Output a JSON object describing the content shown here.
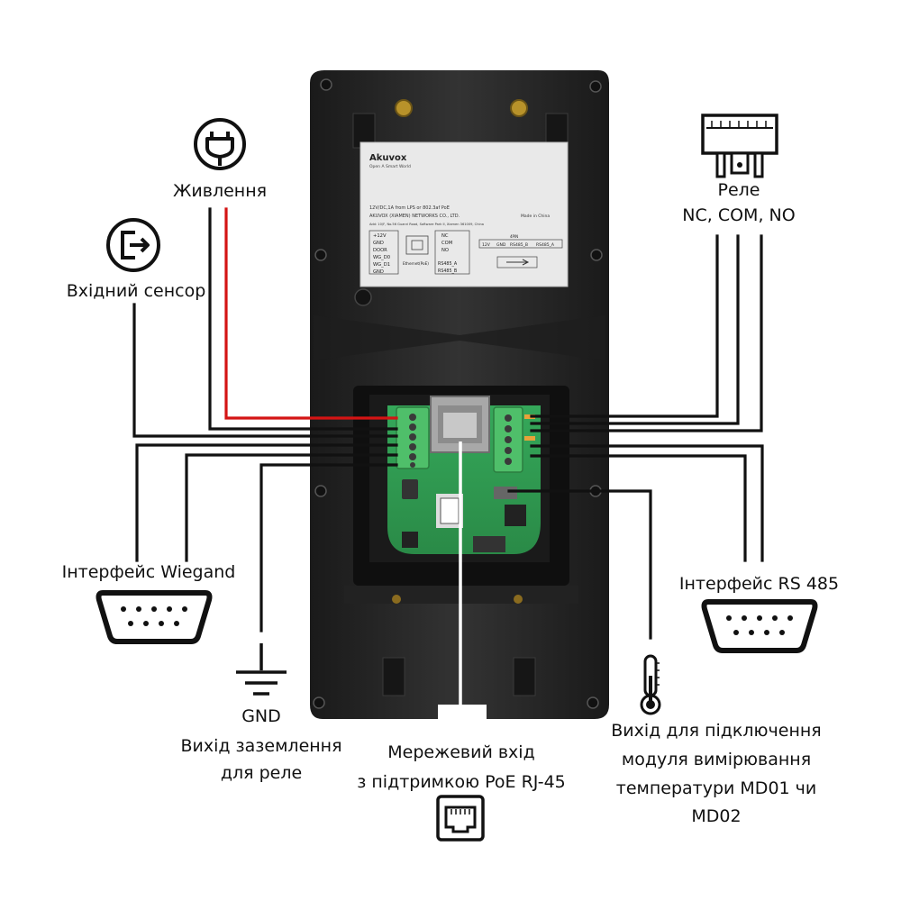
{
  "labels": {
    "power": "Живлення",
    "sensor": "Вхідний сенсор",
    "relay_title": "Реле",
    "relay_contacts": "NC, COM, NO",
    "wiegand": "Інтерфейс Wiegand",
    "rs485": "Інтерфейс RS 485",
    "gnd": "GND",
    "gnd_desc_1": "Вихід заземлення",
    "gnd_desc_2": "для реле",
    "rj45_1": "Мережевий вхід",
    "rj45_2": "з підтримкою PoE RJ-45",
    "temp_1": "Вихід для підключення",
    "temp_2": "модуля вимірювання",
    "temp_3": "температури MD01 чи",
    "temp_4": "MD02"
  },
  "device": {
    "brand": "Akuvox",
    "brand_tagline": "Open A Smart World",
    "spec_line": "12V/DC,1A from LPS or 802.3af PoE",
    "maker_line": "AKUVOX (XIAMEN) NETWORKS CO., LTD.",
    "origin": "Made in China",
    "address_line": "Add: 10/F, No.56 Guanri Road, Software Park II, Xiamen 361009, China",
    "left_terminals": [
      "+12V",
      "GND",
      "DOOR",
      "WG_D0",
      "WG_D1",
      "GND"
    ],
    "right_terminals": [
      "NC",
      "COM",
      "NO",
      "RS485_A",
      "RS485_B"
    ],
    "ethernet_label": "Ethernet(PoE)",
    "bottom_row": [
      "12V",
      "GND",
      "RS485_B",
      "RS485_A"
    ],
    "pin_label": "4PIN"
  },
  "colors": {
    "power_wire": "#d41414",
    "wire": "#111111",
    "housing": "#2b2b2b",
    "pcb": "#2e9a4f"
  },
  "icons": [
    "plug-icon",
    "exit-icon",
    "relay-icon",
    "db9-connector-icon",
    "ground-icon",
    "ethernet-port-icon",
    "thermometer-icon"
  ]
}
